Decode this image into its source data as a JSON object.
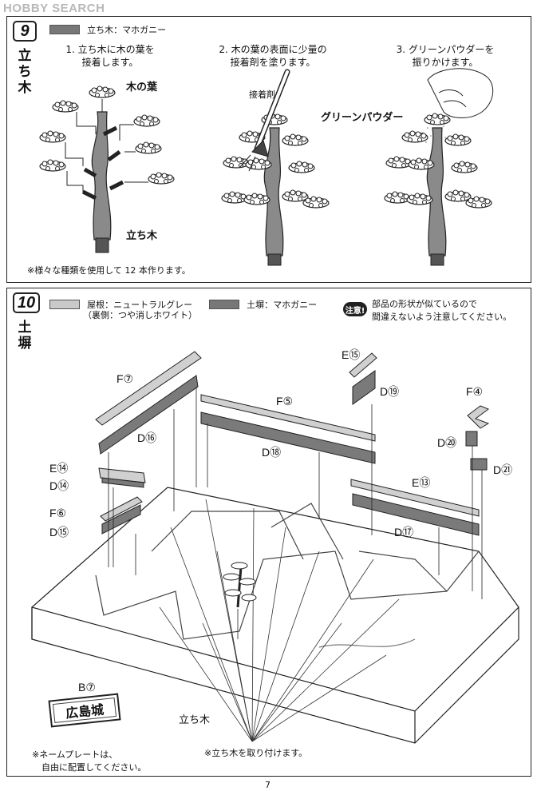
{
  "watermark": "HOBBY SEARCH",
  "step9": {
    "number": "9",
    "title": "立ち木",
    "paint": "立ち木：マホガニー",
    "instructions": [
      {
        "line1": "1. 立ち木に木の葉を",
        "line2": "接着します。"
      },
      {
        "line1": "2. 木の葉の表面に少量の",
        "line2": "接着剤を塗ります。"
      },
      {
        "line1": "3. グリーンパウダーを",
        "line2": "振りかけます。"
      }
    ],
    "labels": {
      "leaves": "木の葉",
      "trunk": "立ち木",
      "glue": "接着剤",
      "powder": "グリーンパウダー"
    },
    "note": "※様々な種類を使用して 12 本作ります。"
  },
  "step10": {
    "number": "10",
    "title": "土塀",
    "paint_roof": "屋根：ニュートラルグレー",
    "paint_roof_back": "（裏側：つや消しホワイト）",
    "paint_wall": "土塀：マホガニー",
    "caution_badge": "注意!",
    "caution_line1": "部品の形状が似ているので",
    "caution_line2": "間違えないよう注意してください。",
    "parts": {
      "f7": "F⑦",
      "d16": "D⑯",
      "f5": "F⑤",
      "d18": "D⑱",
      "e15": "E⑮",
      "d19": "D⑲",
      "f4": "F④",
      "d20": "D⑳",
      "d21": "D㉑",
      "e14": "E⑭",
      "d14": "D⑭",
      "f6": "F⑥",
      "d15": "D⑮",
      "e13": "E⑬",
      "d17": "D⑰",
      "b7": "B⑦"
    },
    "nameplate_text": "広島城",
    "tree_label": "立ち木",
    "note_plate_line1": "※ネームプレートは、",
    "note_plate_line2": "自由に配置してください。",
    "note_trees": "※立ち木を取り付けます。"
  },
  "page_number": "7"
}
